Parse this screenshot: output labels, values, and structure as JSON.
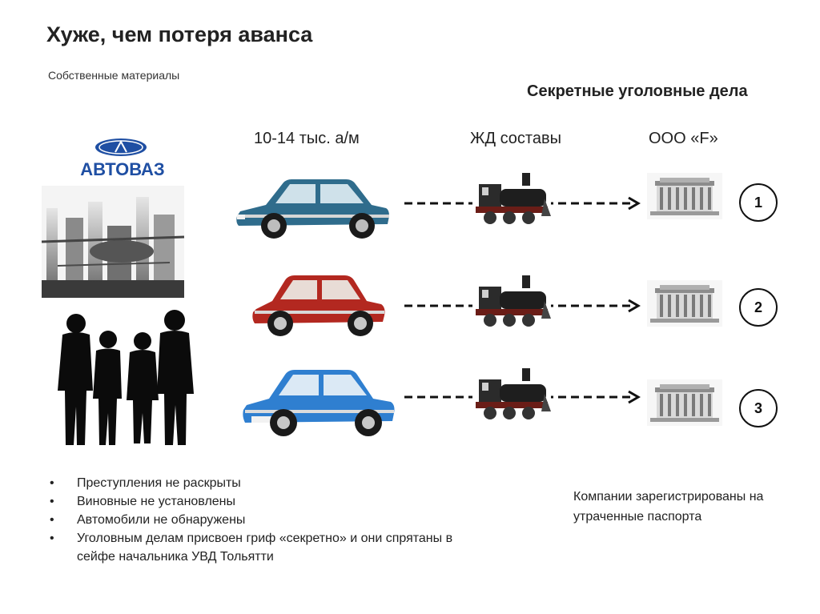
{
  "slide": {
    "title": "Хуже, чем потеря аванса",
    "subtitle": "Собственные материалы",
    "secret_cases": "Секретные уголовные дела"
  },
  "logo": {
    "text": "АВТОВАЗ",
    "color": "#1f4fa3"
  },
  "columns": {
    "cars": "10-14 тыс. а/м",
    "trains": "ЖД составы",
    "company": "ООО «F»"
  },
  "rows": [
    {
      "number": "1",
      "car_color": "#2f6c8c"
    },
    {
      "number": "2",
      "car_color": "#b32820"
    },
    {
      "number": "3",
      "car_color": "#2f7fd0"
    }
  ],
  "bullets": [
    "Преступления не раскрыты",
    "Виновные не установлены",
    "Автомобили не обнаружены",
    "Уголовным делам присвоен гриф «секретно» и они спрятаны в сейфе начальника УВД Тольятти"
  ],
  "note": "Компании зарегистрированы на утраченные паспорта"
}
